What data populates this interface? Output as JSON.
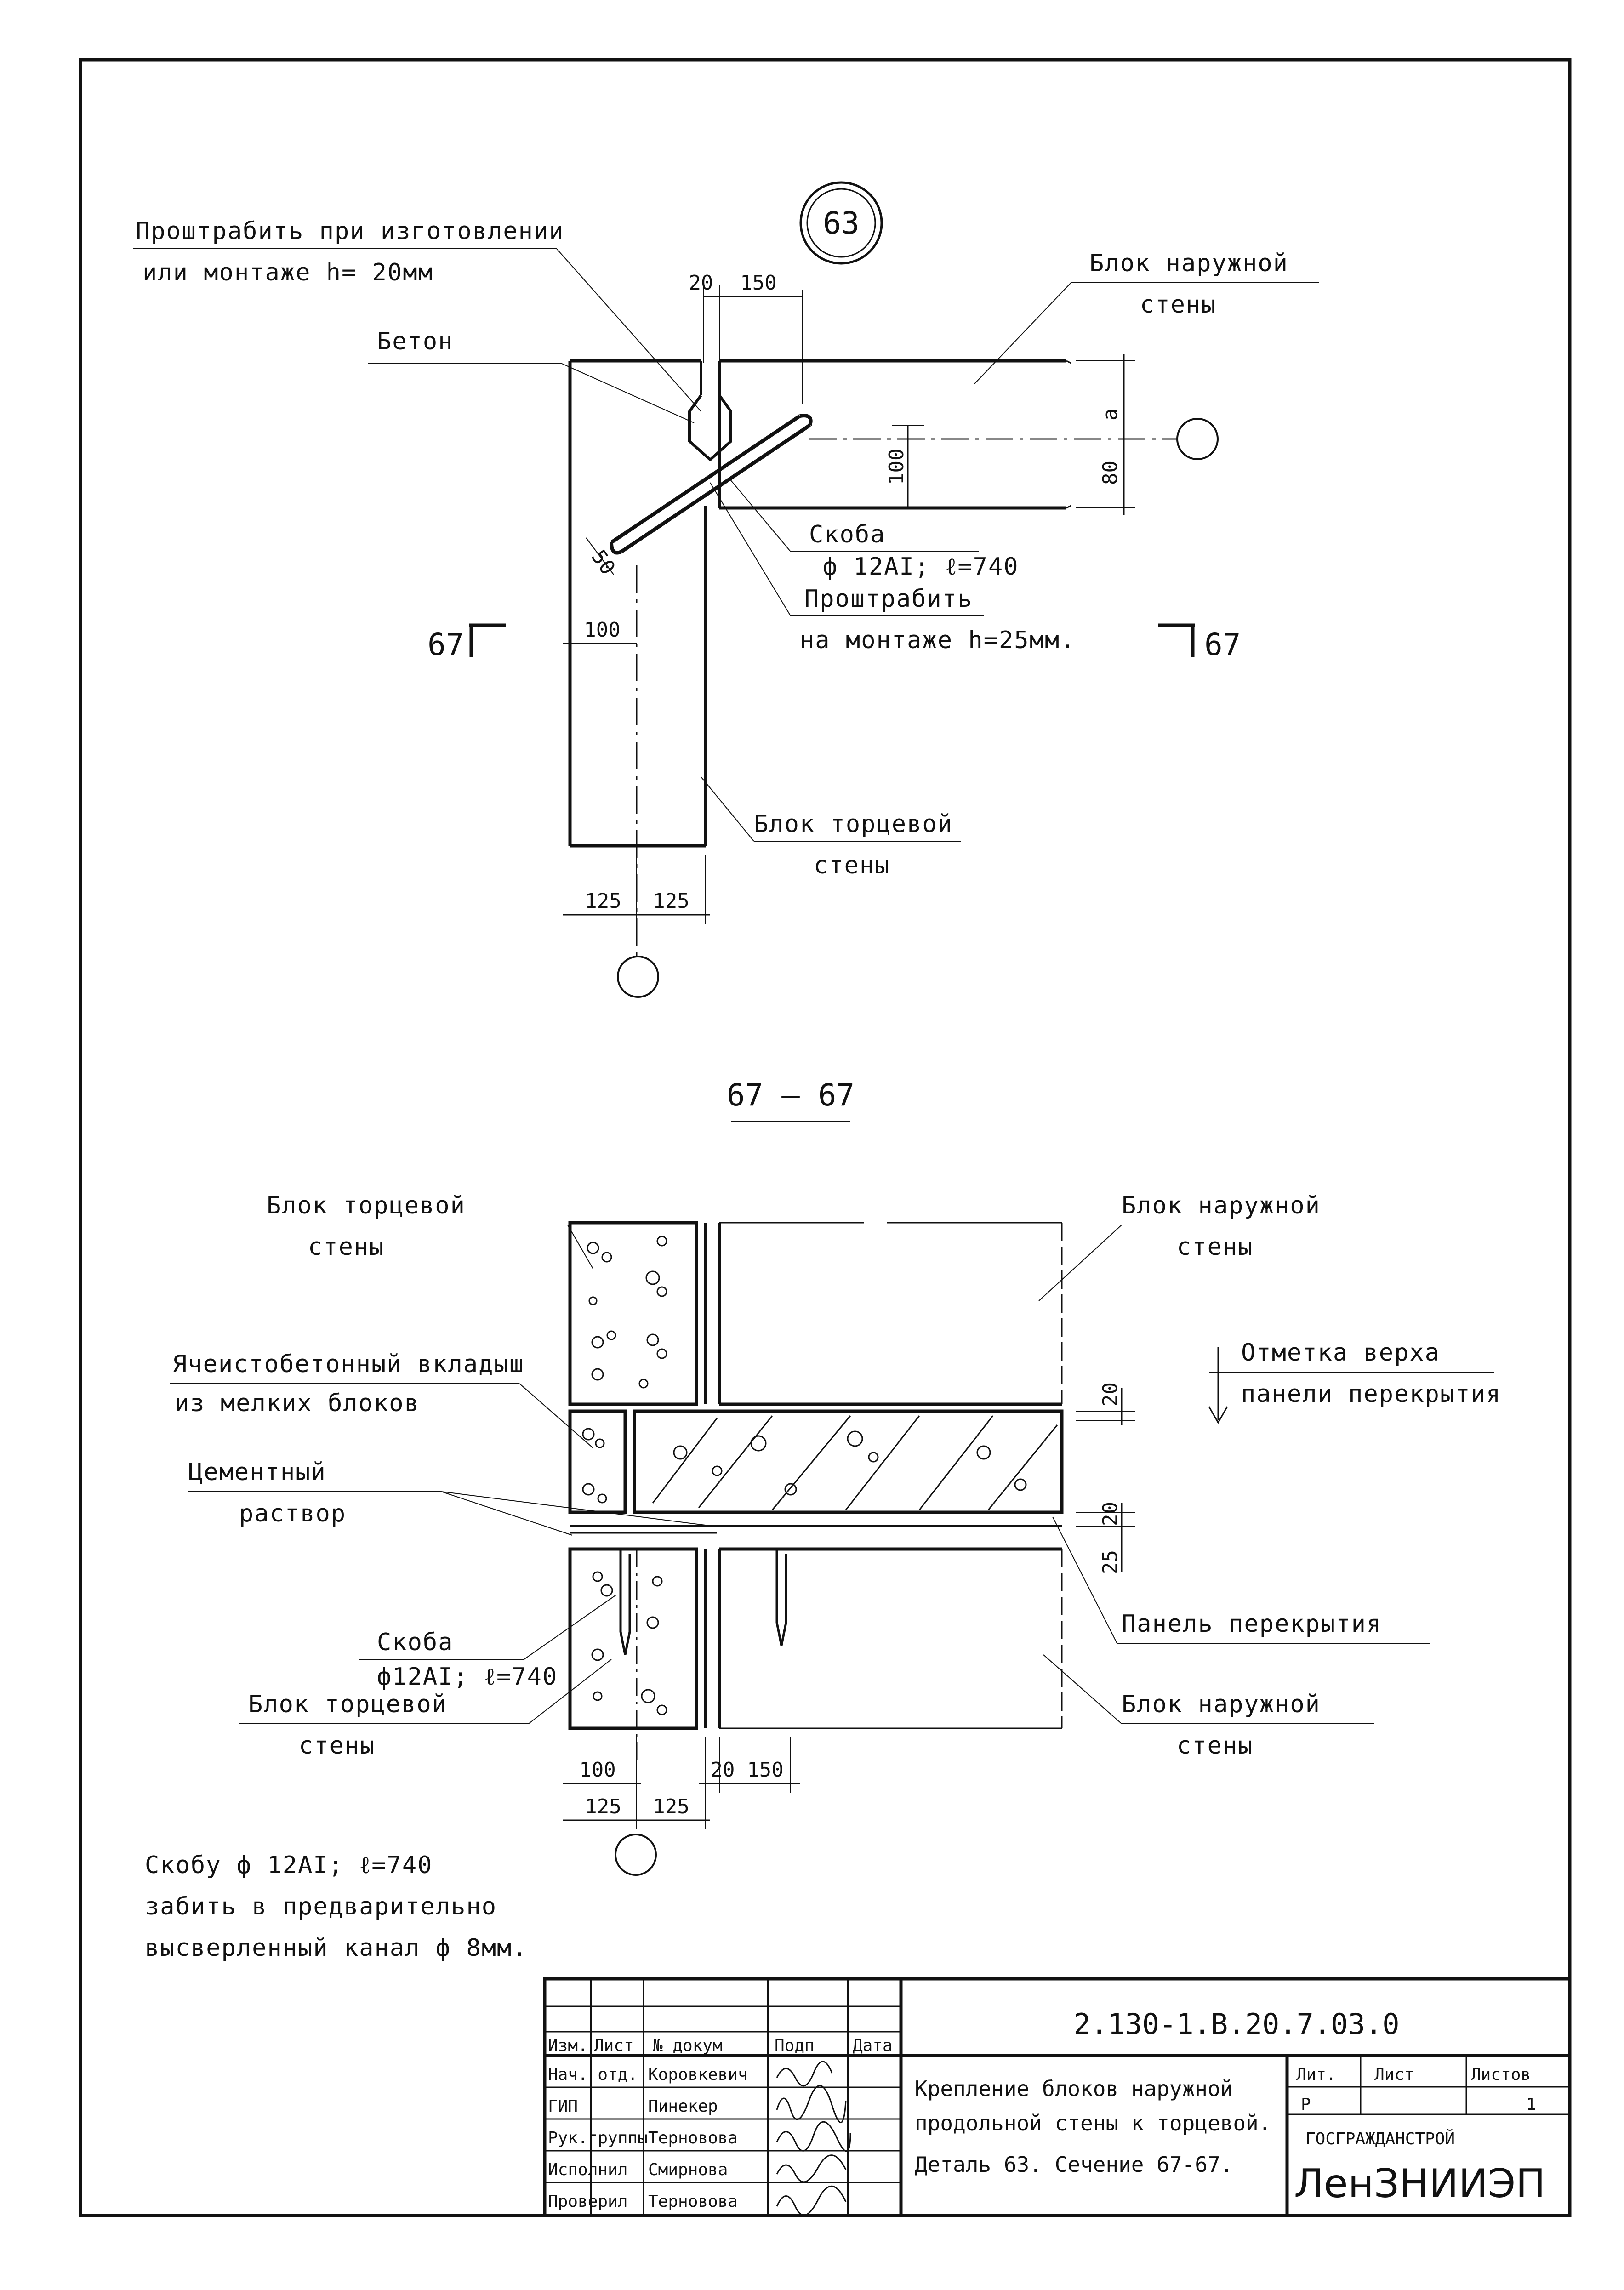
{
  "detail": {
    "number": "63",
    "notes": {
      "cut_line1": "Проштрабить при изготовлении",
      "cut_line2": "или монтаже h= 20мм",
      "concrete": "Бетон",
      "outer_block_l1": "Блок наружной",
      "outer_block_l2": "стены",
      "end_block_l1": "Блок торцевой",
      "end_block_l2": "стены",
      "bracket_l1": "Скоба",
      "bracket_l2": "ф 12АI; ℓ=740",
      "groove_l1": "Проштрабить",
      "groove_l2": "на монтаже h=25мм."
    },
    "dims": {
      "d20": "20",
      "d150": "150",
      "a": "а",
      "d80": "80",
      "d100v": "100",
      "d50": "50",
      "d100": "100",
      "d125a": "125",
      "d125b": "125"
    },
    "section_mark_left": "67",
    "section_mark_right": "67"
  },
  "section": {
    "title": "67 – 67",
    "notes": {
      "end_top_l1": "Блок торцевой",
      "end_top_l2": "стены",
      "outer_top_l1": "Блок наружной",
      "outer_top_l2": "стены",
      "insert_l1": "Ячеистобетонный вкладыш",
      "insert_l2": "из мелких блоков",
      "mark_l1": "Отметка верха",
      "mark_l2": "панели перекрытия",
      "mortar_l1": "Цементный",
      "mortar_l2": "раствор",
      "bracket_l1": "Скоба",
      "bracket_l2": "ф12АI; ℓ=740",
      "slab": "Панель перекрытия",
      "end_bot_l1": "Блок торцевой",
      "end_bot_l2": "стены",
      "outer_bot_l1": "Блок наружной",
      "outer_bot_l2": "стены"
    },
    "dims": {
      "d20a": "20",
      "d20b": "20",
      "d25": "25",
      "d100": "100",
      "d20": "20",
      "d150": "150",
      "d125a": "125",
      "d125b": "125"
    }
  },
  "footnote": {
    "line1": "Скобу ф 12АI; ℓ=740",
    "line2": "забить в предварительно",
    "line3": "высверленный канал ф 8мм."
  },
  "title_block": {
    "code": "2.130-1.В.20.7.03.0",
    "headers": [
      "Изм.",
      "Лист",
      "№ докум",
      "Подп",
      "Дата"
    ],
    "roles": [
      {
        "role": "Нач. отд.",
        "name": "Коровкевич"
      },
      {
        "role": "ГИП",
        "name": "Пинекер"
      },
      {
        "role": "Рук.группы",
        "name": "Терновова"
      },
      {
        "role": "Исполнил",
        "name": "Смирнова"
      },
      {
        "role": "Проверил",
        "name": "Терновова"
      }
    ],
    "title_l1": "Крепление блоков наружной",
    "title_l2": "продольной стены к торцевой.",
    "title_l3": "Деталь 63. Сечение 67-67.",
    "lit_header": "Лит.",
    "sheet_header": "Лист",
    "sheets_header": "Листов",
    "lit_value": "Р",
    "sheets_value": "1",
    "org_l1": "ГОСГРАЖДАНСТРОЙ",
    "org_l2": "ЛенЗНИИЭП"
  }
}
